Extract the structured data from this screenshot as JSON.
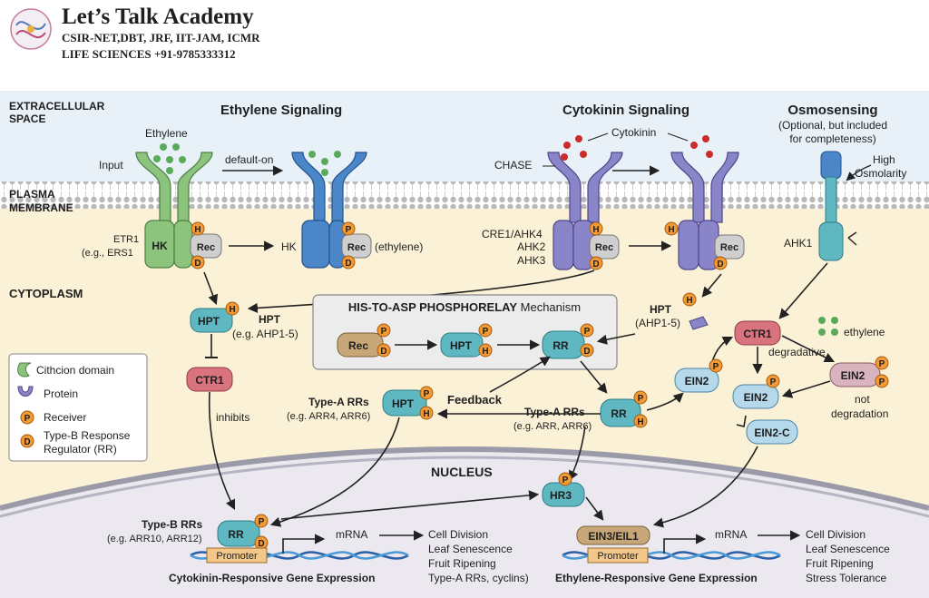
{
  "header": {
    "title": "Let’s Talk Academy",
    "line1": "CSIR-NET,DBT, JRF, IIT-JAM, ICMR",
    "line2": "LIFE SCIENCES  +91-9785333312",
    "title_color": "#1d2a8c"
  },
  "regions": {
    "extracellular": [
      "EXTRACELLULAR",
      "SPACE"
    ],
    "membrane": [
      "PLASMA",
      "MEMBRANE"
    ],
    "cytoplasm": "CYTOPLASM",
    "nucleus": "NUCLEUS"
  },
  "sections": {
    "ethylene": "Ethylene Signaling",
    "cytokinin": "Cytokinin Signaling",
    "osmo_title": "Osmosensing",
    "osmo_note1": "(Optional, but included",
    "osmo_note2": "for completeness)"
  },
  "labels": {
    "ethylene": "Ethylene",
    "input": "Input",
    "default_on": "default-on",
    "etr1": "ETR1",
    "etr1_eg": "(e.g., ERS1",
    "hk": "HK",
    "rec": "Rec",
    "hk_plain": "HK",
    "ethylene_paren": "(ethylene)",
    "cytokinin": "Cytokinin",
    "chase": "CHASE",
    "cre1": "CRE1/AHK4",
    "ahk2": "AHK2",
    "ahk3": "AHK3",
    "high": "High",
    "osmolarity": "Osmolarity",
    "ahk1": "AHK1",
    "hpt": "HPT",
    "hpt_left_title": "HPT",
    "hpt_left_eg": "(e.g. AHP1-5)",
    "hpt_right_title": "HPT",
    "hpt_right_eg": "(AHP1-5)",
    "phospho_title": "HIS-TO-ASP PHOSPHORELAY",
    "phospho_mech": "Mechanism",
    "rr": "RR",
    "ctr1": "CTR1",
    "inhibits": "inhibits",
    "feedback": "Feedback",
    "type_a_left": "Type-A RRs",
    "type_a_left_eg": "(e.g. ARR4, ARR6)",
    "type_a_right": "Type-A RRs",
    "type_a_right_eg": "(e.g. ARR, ARR6)",
    "ein2": "EIN2",
    "ein2c": "EIN2-C",
    "ethylene_small": "ethylene",
    "degradative": "degradative",
    "not": "not",
    "degradation": "degradation",
    "hr3": "HR3",
    "type_b": "Type-B RRs",
    "type_b_eg": "(e.g. ARR10, ARR12)",
    "promoter": "Promoter",
    "mrna": "mRNA",
    "ein3": "EIN3/EIL1",
    "ck_gene": "Cytokinin-Responsive Gene Expression",
    "eth_gene": "Ethylene-Responsive Gene Expression",
    "h": "H",
    "p": "P",
    "d": "D"
  },
  "outputs_left": [
    "Cell Division",
    "Leaf Senescence",
    "Fruit Ripening",
    "Type-A RRs, cyclins)"
  ],
  "outputs_right": [
    "Cell Division",
    "Leaf Senescence",
    "Fruit Ripening",
    "Stress Tolerance"
  ],
  "legend": {
    "items": [
      "Cithcion domain",
      "Protein",
      "Receiver",
      "Type-B Response",
      "Regulator (RR)"
    ]
  },
  "colors": {
    "green": "#8cc47e",
    "blue": "#4a86c8",
    "purple": "#8a84c8",
    "teal": "#5fb7c2",
    "orange": "#f39a35",
    "red_box": "#d9737e",
    "tan": "#c7a777",
    "membrane": "#c8c8c8"
  }
}
